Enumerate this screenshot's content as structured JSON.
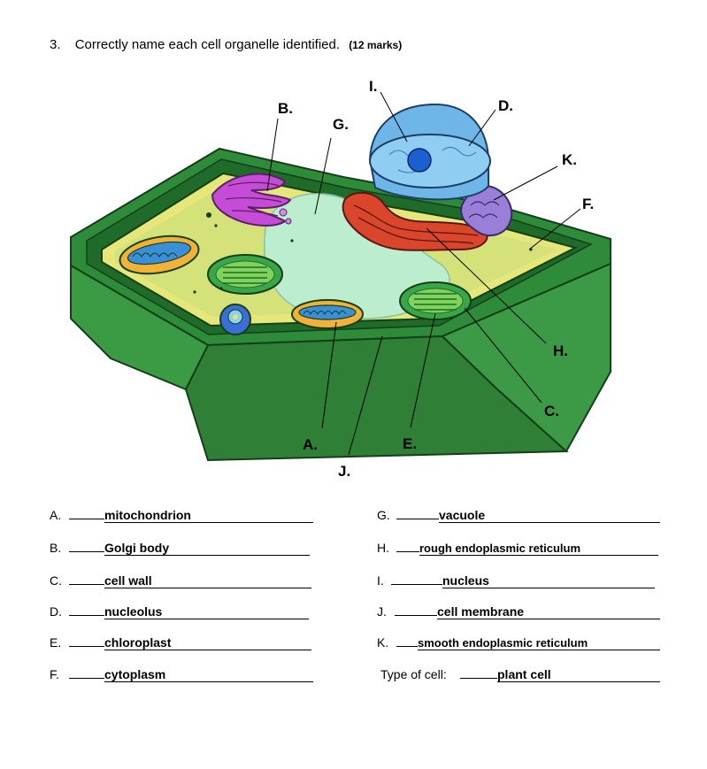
{
  "question": {
    "number": "3.",
    "text": "Correctly name each cell organelle identified.",
    "marks": "(12 marks)"
  },
  "diagram_labels": {
    "A": "A.",
    "B": "B.",
    "C": "C.",
    "D": "D.",
    "E": "E.",
    "F": "F.",
    "G": "G.",
    "H": "H.",
    "I": "I.",
    "J": "J.",
    "K": "K."
  },
  "answers_left": [
    {
      "letter": "A.",
      "answer": "mitochondrion"
    },
    {
      "letter": "B.",
      "answer": "Golgi body"
    },
    {
      "letter": "C.",
      "answer": "cell wall"
    },
    {
      "letter": "D.",
      "answer": "nucleolus"
    },
    {
      "letter": "E.",
      "answer": "chloroplast"
    },
    {
      "letter": "F.",
      "answer": "cytoplasm"
    }
  ],
  "answers_right": [
    {
      "letter": "G.",
      "answer": "vacuole"
    },
    {
      "letter": "H.",
      "answer": "rough endoplasmic reticulum"
    },
    {
      "letter": "I.",
      "answer": "nucleus"
    },
    {
      "letter": "J.",
      "answer": "cell membrane"
    },
    {
      "letter": "K.",
      "answer": "smooth endoplasmic reticulum"
    }
  ],
  "cell_type": {
    "label": "Type of  cell:",
    "answer": "plant cell"
  },
  "colors": {
    "cell_wall": "#2e8b3a",
    "cell_wall_dark": "#1f6b2a",
    "cytoplasm": "#e6e77a",
    "vacuole": "#b9efd6",
    "nucleus": "#6fb6e8",
    "golgi": "#c64bd6",
    "rough_er": "#d9462c",
    "smooth_er": "#9a7fd9",
    "mitochondria": "#f2b23a",
    "chloroplast": "#3aa64a"
  }
}
